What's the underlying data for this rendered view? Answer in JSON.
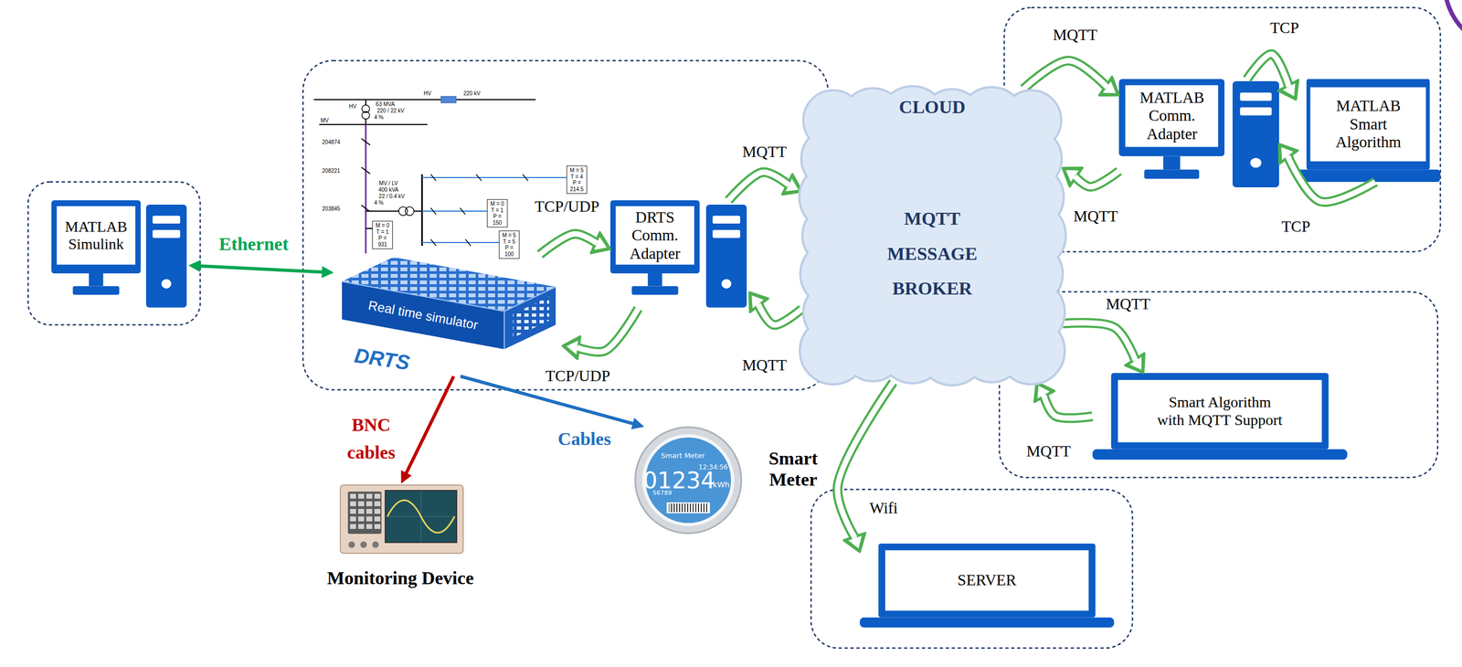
{
  "diagram": {
    "nodes": [
      {
        "text": [
          "MATLAB Simulink"
        ]
      },
      {
        "text": [
          "M = 5 T = 4 P = 214.5"
        ]
      },
      {
        "text": [
          "M = 0 T = 1 P = 150"
        ]
      },
      {
        "text": [
          "M = 5 T = 5 P = 100"
        ]
      },
      {
        "text": [
          "M = 0 T = 1 P = 931"
        ]
      },
      {
        "text": [
          "Real time simulator",
          "DRTS"
        ]
      },
      {
        "text": [
          "DRTS Comm. Adapter"
        ]
      },
      {
        "text": [
          "CLOUD",
          "MQTT MESSAGE BROKER"
        ]
      },
      {
        "text": [
          "MATLAB Comm. Adapter"
        ]
      },
      {
        "text": [
          "MATLAB Smart Algorithm"
        ]
      },
      {
        "text": [
          "Smart Algorithm with MQTT Support"
        ]
      },
      {
        "text": [
          "Smart Meter",
          "12:34:56",
          "01234",
          "kWh",
          "56789",
          "Smart Meter"
        ]
      },
      {
        "text": [
          "Monitoring Device"
        ]
      },
      {
        "text": [
          "SERVER"
        ]
      }
    ],
    "edges": [
      {
        "from": 0,
        "to": 5,
        "label": "Ethernet",
        "arrow": "both"
      },
      {
        "from": 5,
        "to": 6,
        "label": "TCP/UDP",
        "arrow": "to"
      },
      {
        "from": 6,
        "to": 5,
        "label": "TCP/UDP",
        "arrow": "to"
      },
      {
        "from": 6,
        "to": 7,
        "label": "MQTT",
        "arrow": "to"
      },
      {
        "from": 7,
        "to": 6,
        "label": "MQTT",
        "arrow": "to"
      },
      {
        "from": 7,
        "to": 8,
        "label": "MQTT",
        "arrow": "to"
      },
      {
        "from": 8,
        "to": 7,
        "label": "MQTT",
        "arrow": "to"
      },
      {
        "from": 8,
        "to": 9,
        "label": "TCP",
        "arrow": "to"
      },
      {
        "from": 9,
        "to": 8,
        "label": "TCP",
        "arrow": "to"
      },
      {
        "from": 7,
        "to": 10,
        "label": "MQTT",
        "arrow": "to"
      },
      {
        "from": 10,
        "to": 7,
        "label": "MQTT",
        "arrow": "to"
      },
      {
        "from": 7,
        "to": 13,
        "label": "Wifi",
        "arrow": "to"
      },
      {
        "from": 5,
        "to": 12,
        "label": "BNC cables",
        "arrow": "to"
      },
      {
        "from": 5,
        "to": 11,
        "label": "Cables",
        "arrow": "to"
      }
    ],
    "labels": [
      "HV",
      "220 kV",
      "HV",
      "MV",
      "63 MVA",
      "220 / 22 kV",
      "4 %",
      "204874",
      "208221",
      "203845",
      "MV / LV",
      "400 kVA",
      "22 / 0.4 kV",
      "4 %"
    ]
  }
}
